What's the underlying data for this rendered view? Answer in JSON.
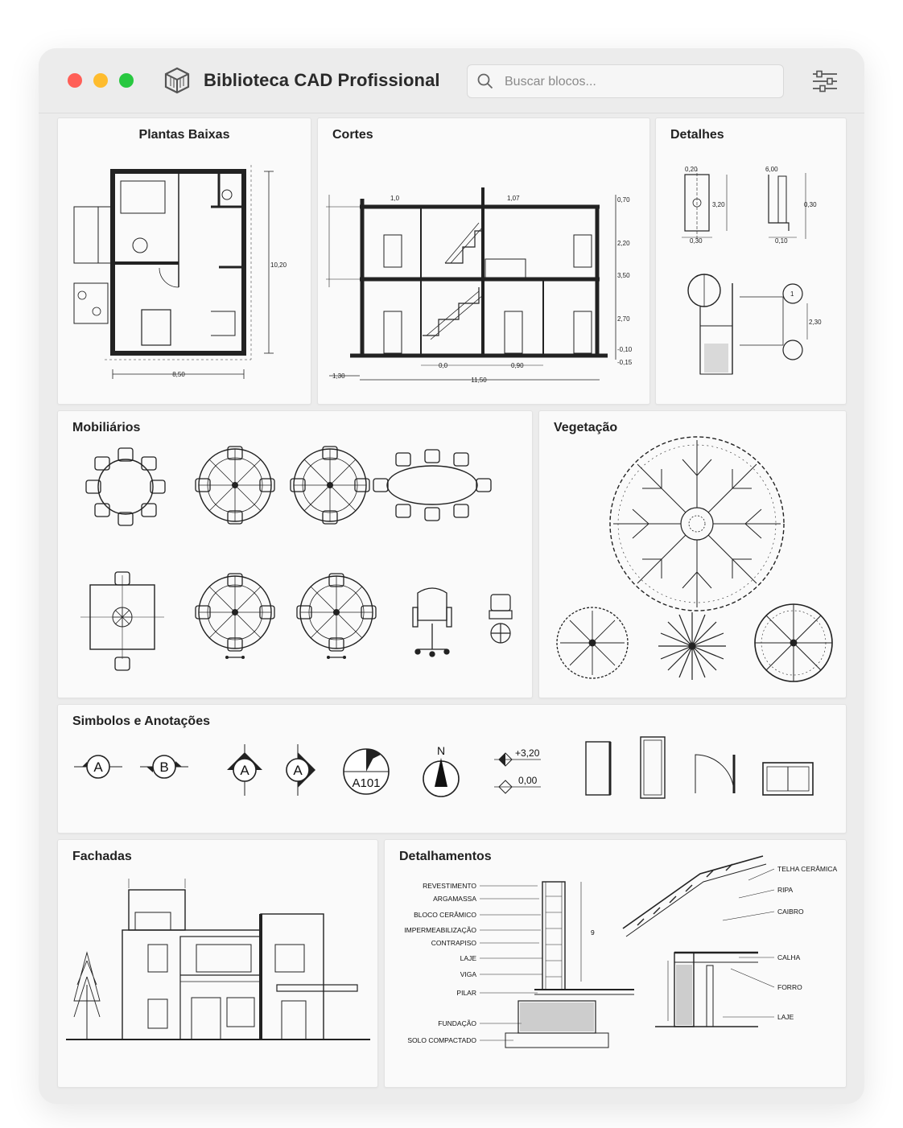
{
  "app": {
    "title": "Biblioteca CAD Profissional"
  },
  "search": {
    "placeholder": "Buscar blocos..."
  },
  "categories": {
    "plantas": "Plantas Baixas",
    "cortes": "Cortes",
    "detalhes": "Detalhes",
    "mobiliarios": "Mobiliários",
    "vegetacao": "Vegetação",
    "simbolos": "Simbolos e Anotações",
    "fachadas": "Fachadas",
    "detalhamentos": "Detalhamentos"
  },
  "plantas_dims": {
    "width": "8,50",
    "height": "10,20"
  },
  "cortes_dims": {
    "total": "11,50",
    "left": "1,30",
    "d1": "0,0",
    "d2": "0,90",
    "h1": "0,70",
    "h2": "2,20",
    "h3": "3,50",
    "h4": "2,70",
    "h5": "-0,10",
    "h6": "-0,15",
    "top1": "1,0",
    "top2": "1,07"
  },
  "detalhes_dims": {
    "a": "0,20",
    "b": "3,20",
    "c": "0,30",
    "d": "6,00",
    "e": "0,30",
    "f": "0,10",
    "g": "2,30",
    "h": "1"
  },
  "simbolos": {
    "sec_a": "A",
    "sec_b": "B",
    "elev_a1": "A",
    "elev_a2": "A",
    "detail": "A101",
    "north": "N",
    "level1": "+3,20",
    "level2": "0,00"
  },
  "detalhamentos": {
    "wall_labels": [
      "REVESTIMENTO",
      "ARGAMASSA",
      "BLOCO CERÂMICO",
      "IMPERMEABILIZAÇÃO",
      "CONTRAPISO",
      "LAJE",
      "VIGA",
      "PILAR",
      "FUNDAÇÃO",
      "SOLO COMPACTADO"
    ],
    "roof_labels": [
      "TELHA CERÂMICA",
      "RIPA",
      "CAIBRO",
      "CALHA",
      "FORRO",
      "LAJE"
    ],
    "dim": "9"
  },
  "icons": {
    "logo": "cube-logo-icon",
    "search": "search-icon",
    "filter": "sliders-icon"
  }
}
